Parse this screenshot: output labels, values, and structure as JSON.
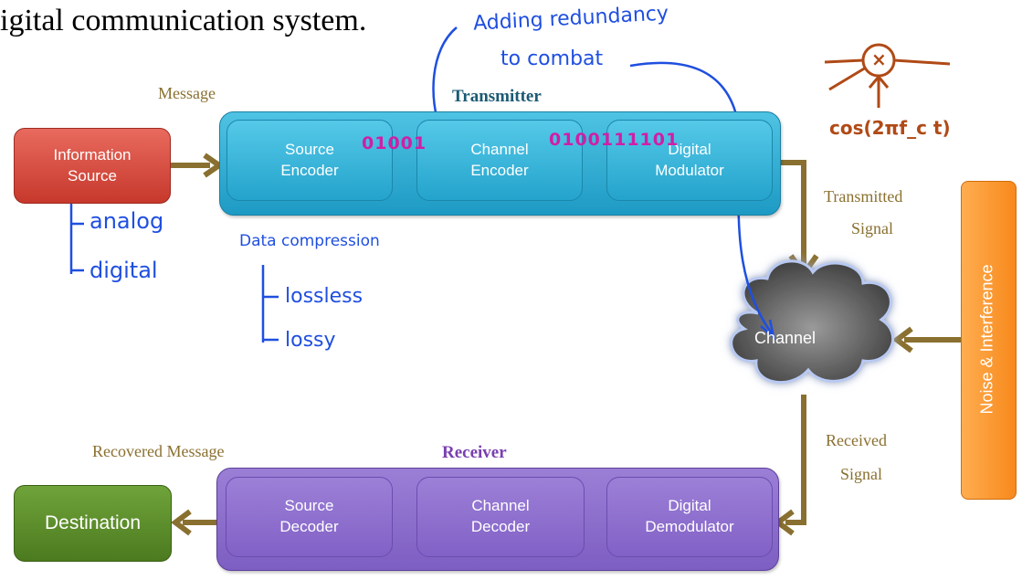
{
  "header": {
    "text": "igital communication system."
  },
  "labels": {
    "message": "Message",
    "transmitter": "Transmitter",
    "transmitted_signal_1": "Transmitted",
    "transmitted_signal_2": "Signal",
    "received_signal_1": "Received",
    "received_signal_2": "Signal",
    "recovered_message": "Recovered Message",
    "receiver": "Receiver"
  },
  "blocks": {
    "information_source_1": "Information",
    "information_source_2": "Source",
    "source_encoder_1": "Source",
    "source_encoder_2": "Encoder",
    "channel_encoder_1": "Channel",
    "channel_encoder_2": "Encoder",
    "digital_modulator_1": "Digital",
    "digital_modulator_2": "Modulator",
    "channel": "Channel",
    "noise": "Noise & Interference",
    "source_decoder_1": "Source",
    "source_decoder_2": "Decoder",
    "channel_decoder_1": "Channel",
    "channel_decoder_2": "Decoder",
    "digital_demodulator_1": "Digital",
    "digital_demodulator_2": "Demodulator",
    "destination": "Destination"
  },
  "annotations": {
    "bits_source": "01001",
    "bits_channel": "0100111101",
    "redundancy_1": "Adding redundancy",
    "redundancy_2": "to combat",
    "analog": "analog",
    "digital": "digital",
    "data_compression": "Data compression",
    "lossless": "lossless",
    "lossy": "lossy",
    "multiplier": "×",
    "carrier": "cos(2πf_c t)"
  },
  "colors": {
    "arrow": "#8a7030",
    "transmitter_title": "#1b5a73",
    "receiver_title": "#7a3fb0",
    "handwriting_blue": "#1f4fe0",
    "handwriting_magenta": "#d01ea8",
    "handwriting_brown": "#b04a16"
  }
}
